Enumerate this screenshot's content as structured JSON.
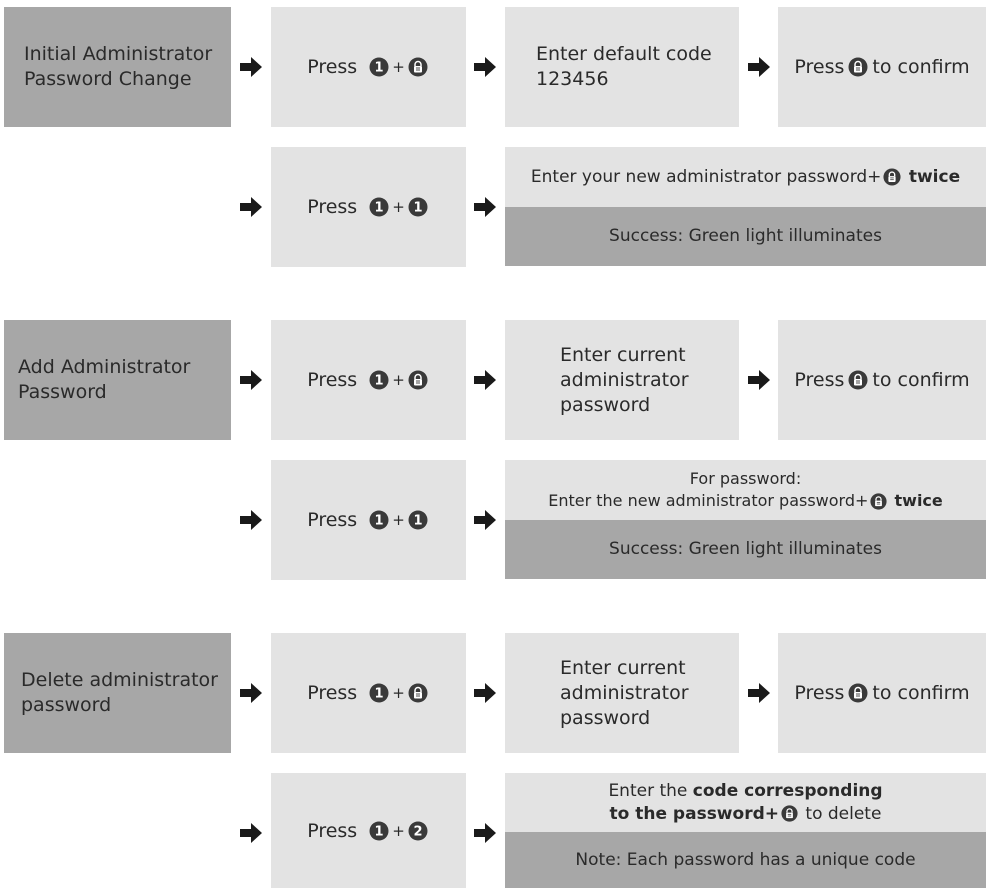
{
  "sections": [
    {
      "title_lines": [
        "Initial Administrator",
        "Password Change"
      ],
      "row1": {
        "press": {
          "word": "Press",
          "keys": [
            "1",
            "lock"
          ],
          "plus": "+"
        },
        "step": {
          "lines": [
            "Enter default code",
            "123456"
          ]
        },
        "confirm": {
          "pre": "Press",
          "post": "to confirm",
          "key": "lock"
        }
      },
      "row2": {
        "press": {
          "word": "Press",
          "keys": [
            "1",
            "1"
          ],
          "plus": "+"
        },
        "instruction": {
          "pre": "Enter your new administrator password+",
          "bold": "twice"
        },
        "result": "Success: Green light illuminates"
      }
    },
    {
      "title_lines": [
        "Add Administrator",
        "Password"
      ],
      "row1": {
        "press": {
          "word": "Press",
          "keys": [
            "1",
            "lock"
          ],
          "plus": "+"
        },
        "step": {
          "lines": [
            "Enter current",
            "administrator",
            "password"
          ]
        },
        "confirm": {
          "pre": "Press",
          "post": "to confirm",
          "key": "lock"
        }
      },
      "row2": {
        "press": {
          "word": "Press",
          "keys": [
            "1",
            "1"
          ],
          "plus": "+"
        },
        "instruction": {
          "line1": "For password:",
          "pre": "Enter the new administrator password+",
          "bold": "twice"
        },
        "result": "Success: Green light illuminates"
      }
    },
    {
      "title_lines": [
        "Delete administrator",
        "password"
      ],
      "row1": {
        "press": {
          "word": "Press",
          "keys": [
            "1",
            "lock"
          ],
          "plus": "+"
        },
        "step": {
          "lines": [
            "Enter current",
            "administrator",
            "password"
          ]
        },
        "confirm": {
          "pre": "Press",
          "post": "to confirm",
          "key": "lock"
        }
      },
      "row2": {
        "press": {
          "word": "Press",
          "keys": [
            "1",
            "2"
          ],
          "plus": "+"
        },
        "instruction": {
          "pre": "Enter the",
          "bold1": "code corresponding",
          "bold2": "to the password+",
          "post": "to delete"
        },
        "result": "Note: Each password has a unique code"
      }
    }
  ],
  "icons": {
    "key_1": "1",
    "key_2": "2",
    "lock_key": "lock-key-icon",
    "arrow": "right-arrow-icon"
  },
  "colors": {
    "dark_box": "#a7a7a7",
    "light_box": "#e3e3e3",
    "icon_fill": "#3a3a3a",
    "arrow": "#1a1a1a"
  }
}
